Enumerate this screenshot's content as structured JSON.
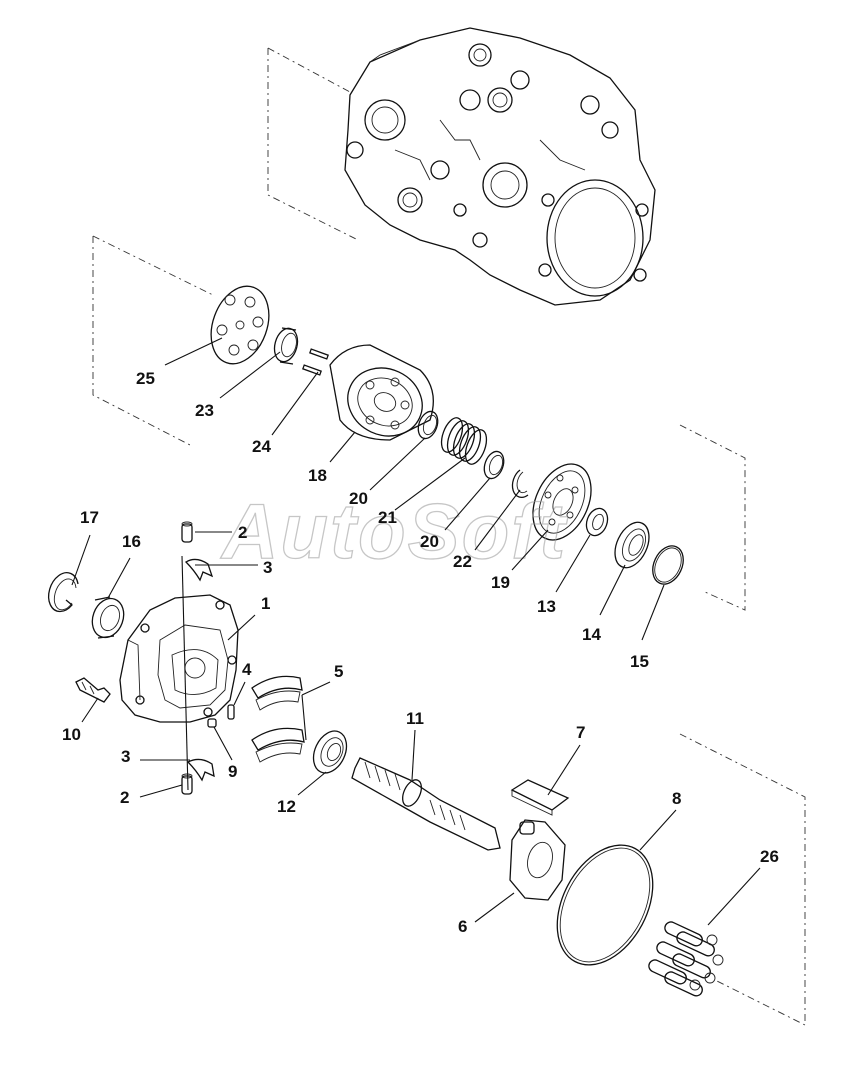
{
  "watermark": "AutoSoft",
  "callouts": {
    "c25": "25",
    "c23": "23",
    "c24": "24",
    "c18": "18",
    "c20a": "20",
    "c21": "21",
    "c20b": "20",
    "c22": "22",
    "c19": "19",
    "c13": "13",
    "c14": "14",
    "c15": "15",
    "c17": "17",
    "c16": "16",
    "c2a": "2",
    "c3a": "3",
    "c1": "1",
    "c4": "4",
    "c5": "5",
    "c10": "10",
    "c3b": "3",
    "c9": "9",
    "c2b": "2",
    "c12": "12",
    "c11": "11",
    "c7": "7",
    "c8": "8",
    "c6": "6",
    "c26": "26"
  }
}
